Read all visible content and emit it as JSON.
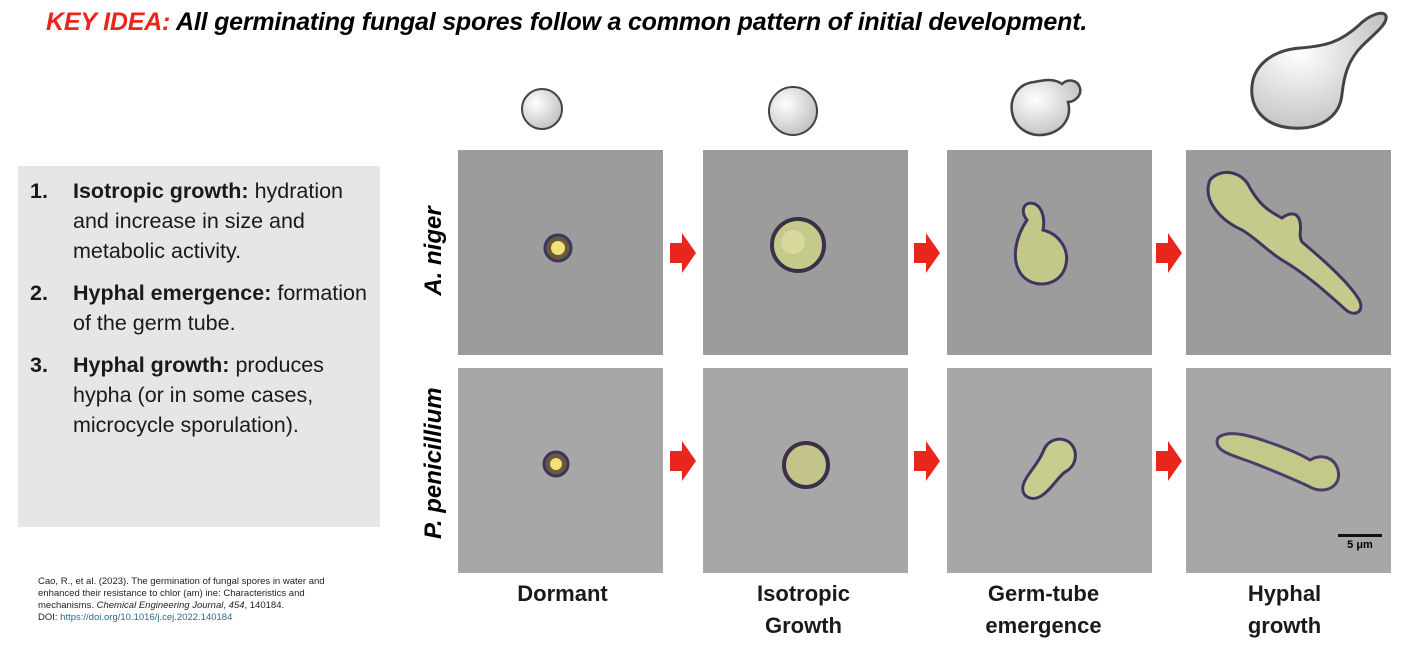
{
  "title": {
    "key": "KEY IDEA:",
    "text": "All germinating fungal spores follow a common pattern of initial development."
  },
  "steps": [
    {
      "num": "1.",
      "head": "Isotropic growth:",
      "body": "hydration and increase in size and metabolic activity."
    },
    {
      "num": "2.",
      "head": "Hyphal emergence:",
      "body": "formation of the germ tube."
    },
    {
      "num": "3.",
      "head": "Hyphal growth:",
      "body": "produces hypha (or in some cases, microcycle sporulation)."
    }
  ],
  "citation": {
    "text": "Cao, R., et al. (2023). The germination of fungal spores in water and enhanced their resistance to chlor (am) ine: Characteristics and mechanisms.",
    "journal": "Chemical Engineering Journal",
    "volume": "454",
    "pages": ", 140184.",
    "doi_label": "DOI:",
    "doi": "https://doi.org/10.1016/j.cej.2022.140184"
  },
  "rows": [
    "A. niger",
    "P. penicillium"
  ],
  "columns": [
    {
      "line1": "Dormant",
      "line2": ""
    },
    {
      "line1": "Isotropic",
      "line2": "Growth"
    },
    {
      "line1": "Germ-tube",
      "line2": "emergence"
    },
    {
      "line1": "Hyphal",
      "line2": "growth"
    }
  ],
  "scale_bar": "5 μm",
  "colors": {
    "accent": "#e8261c",
    "arrow": "#e8261c",
    "panel": "#e6e6e6"
  }
}
